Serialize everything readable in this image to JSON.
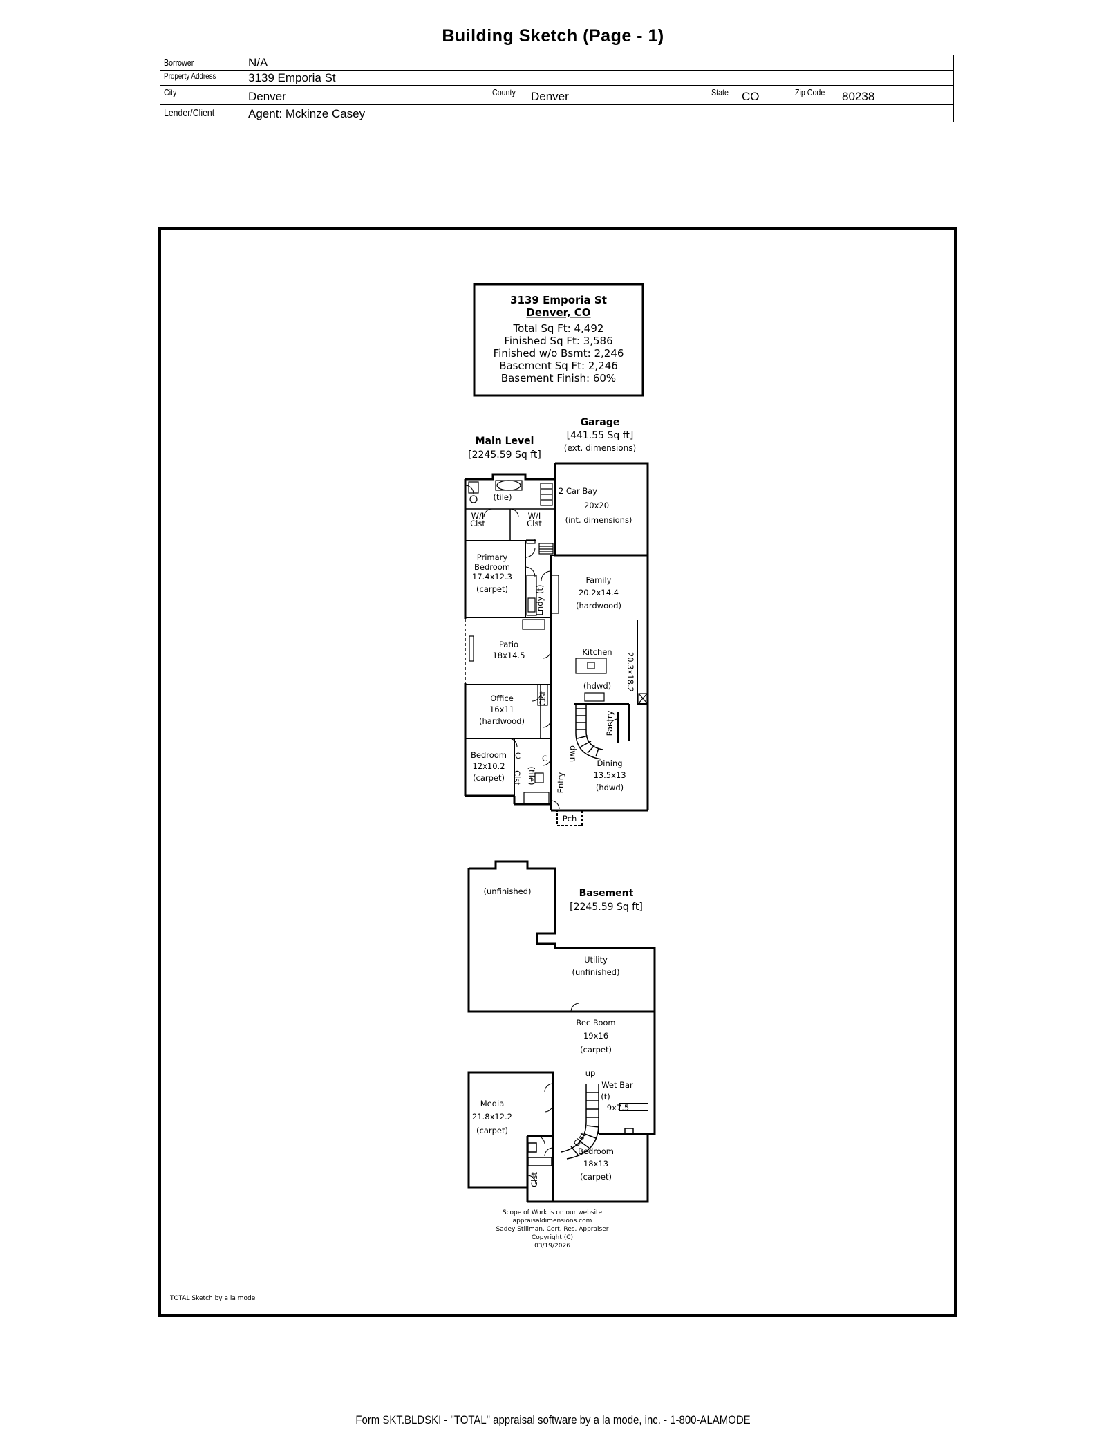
{
  "title": "Building Sketch (Page - 1)",
  "header": {
    "borrower_label": "Borrower",
    "borrower": "N/A",
    "address_label": "Property Address",
    "address": "3139 Emporia St",
    "city_label": "City",
    "city": "Denver",
    "county_label": "County",
    "county": "Denver",
    "state_label": "State",
    "state": "CO",
    "zip_label": "Zip Code",
    "zip": "80238",
    "lender_label": "Lender/Client",
    "lender": "Agent: Mckinze Casey"
  },
  "summary": {
    "address": "3139 Emporia St",
    "city": "Denver, CO",
    "total": "Total Sq Ft: 4,492",
    "finished": "Finished Sq Ft: 3,586",
    "finished_wo_bsmt": "Finished w/o Bsmt: 2,246",
    "basement": "Basement Sq Ft: 2,246",
    "basement_finish": "Basement Finish: 60%"
  },
  "main_level": {
    "title": "Main Level",
    "area": "[2245.59 Sq ft]",
    "rooms": {
      "tile": "(tile)",
      "wi_closet": "W/I",
      "clst": "Clst",
      "primary_bedroom": "Primary",
      "primary_bedroom_2": "Bedroom",
      "primary_dims": "17.4x12.3",
      "carpet": "(carpet)",
      "laundry": "Lndy (t)",
      "family": "Family",
      "family_dims": "20.2x14.4",
      "hardwood": "(hardwood)",
      "patio": "Patio",
      "patio_dims": "18x14.5",
      "kitchen": "Kitchen",
      "kitchen_dims": "20.3x18.2",
      "hdwd": "(hdwd)",
      "office": "Office",
      "office_dims": "16x11",
      "pantry": "Pantry",
      "dwn": "dwn",
      "bedroom": "Bedroom",
      "bedroom_dims": "12x10.2",
      "c": "C",
      "entry": "Entry",
      "dining": "Dining",
      "dining_dims": "13.5x13",
      "porch": "Pch"
    }
  },
  "garage": {
    "title": "Garage",
    "area": "[441.55 Sq ft]",
    "ext": "(ext. dimensions)",
    "bay": "2 Car Bay",
    "bay_dims": "20x20",
    "int": "(int. dimensions)"
  },
  "basement": {
    "title": "Basement",
    "area": "[2245.59 Sq ft]",
    "rooms": {
      "unfinished": "(unfinished)",
      "utility": "Utility",
      "rec_room": "Rec Room",
      "rec_dims": "19x16",
      "carpet": "(carpet)",
      "up": "up",
      "wet_bar": "Wet Bar",
      "wet_t": "(t)",
      "wet_dims": "9x7.5",
      "media": "Media",
      "media_dims": "21.8x12.2",
      "clst": "Clst",
      "bedroom": "Bedroom",
      "bedroom_dims": "18x13"
    }
  },
  "credits": [
    "Scope of Work is on our website",
    "appraisaldimensions.com",
    "Sadey Stillman, Cert. Res. Appraiser",
    "Copyright (C)",
    "03/19/2026"
  ],
  "sketch_by": "TOTAL Sketch by a la mode",
  "footer": "Form SKT.BLDSKI - \"TOTAL\" appraisal software by a la mode, inc. - 1-800-ALAMODE"
}
